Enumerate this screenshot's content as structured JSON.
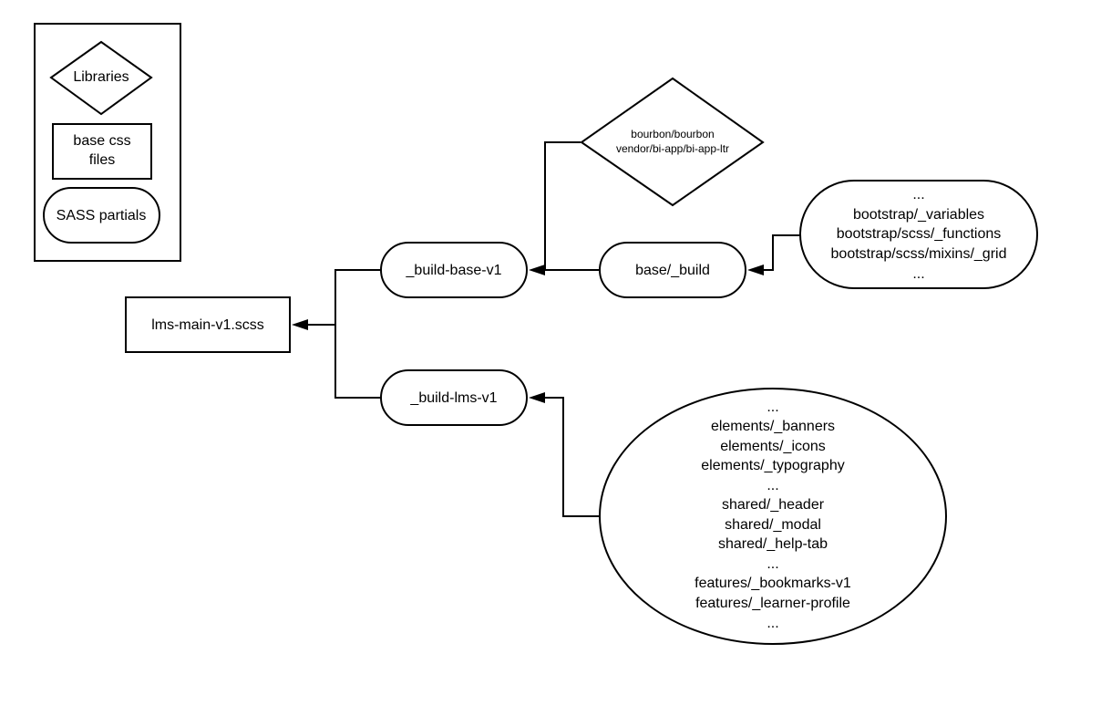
{
  "legend": {
    "libraries": "Libraries",
    "base_css": [
      "base css",
      "files"
    ],
    "sass_partials": "SASS partials"
  },
  "nodes": {
    "main": "lms-main-v1.scss",
    "build_base": "_build-base-v1",
    "build_lms": "_build-lms-v1",
    "base_build": "base/_build",
    "libraries": [
      "bourbon/bourbon",
      "vendor/bi-app/bi-app-ltr"
    ],
    "bootstrap_partials": [
      "...",
      "bootstrap/_variables",
      "bootstrap/scss/_functions",
      "bootstrap/scss/mixins/_grid",
      "..."
    ],
    "lms_partials": [
      "...",
      "elements/_banners",
      "elements/_icons",
      "elements/_typography",
      "...",
      "shared/_header",
      "shared/_modal",
      "shared/_help-tab",
      "...",
      "features/_bookmarks-v1",
      "features/_learner-profile",
      "..."
    ]
  }
}
